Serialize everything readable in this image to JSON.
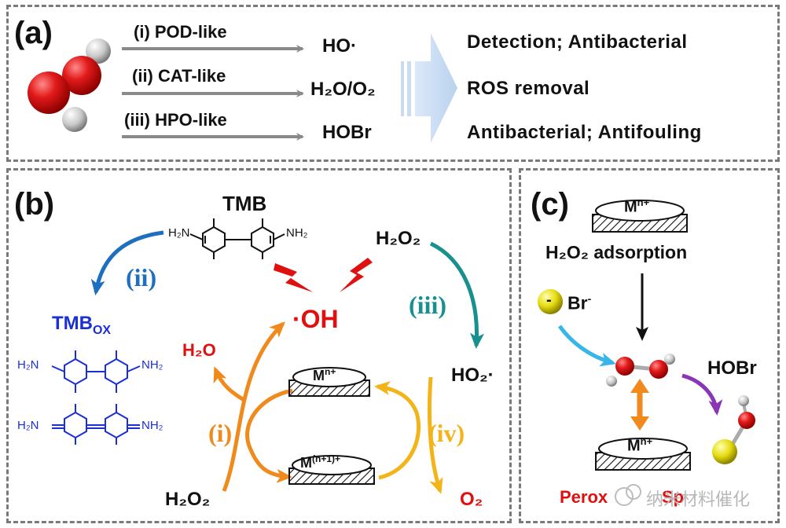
{
  "panel_a": {
    "label": "(a)",
    "pathways": [
      {
        "label": "(i) POD-like",
        "product": "HO·",
        "application": "Detection;  Antibacterial"
      },
      {
        "label": "(ii)  CAT-like",
        "product": "H₂O/O₂",
        "application": "ROS  removal"
      },
      {
        "label": "(iii)  HPO-like",
        "product": "HOBr",
        "application": "Antibacterial;  Antifouling"
      }
    ]
  },
  "panel_b": {
    "label": "(b)",
    "tmb": "TMB",
    "tmb_left_group": "H₂N",
    "tmb_right_group": "NH₂",
    "tmbox": "TMB",
    "tmbox_sub": "OX",
    "tmbox_h2n_top": "H₂N",
    "tmbox_nh2_top": "NH₂",
    "tmbox_h2n_bottom": "H₂N",
    "tmbox_nh2_bottom": "NH₂",
    "oh_radical": "·OH",
    "h2o": "H₂O",
    "h2o2_top": "H₂O₂",
    "h2o2_bottom": "H₂O₂",
    "ho2_radical": "HO₂·",
    "o2": "O₂",
    "metal_top": "M",
    "metal_top_sup": "n+",
    "metal_bottom": "M",
    "metal_bottom_sup": "(n+1)+",
    "step_i": "(i)",
    "step_ii": "(ii)",
    "step_iii": "(iii)",
    "step_iv": "(iv)"
  },
  "panel_c": {
    "label": "(c)",
    "metal_top": "M",
    "metal_top_sup": "n+",
    "adsorption": "H₂O₂  adsorption",
    "bromide": "Br",
    "bromide_sup": "-",
    "bromide_charge": "-",
    "hobr": "HOBr",
    "metal_bottom": "M",
    "metal_bottom_sup": "n+",
    "peroxo_label": "Perox",
    "peroxo_label_tail": "Sp",
    "watermark": "纳米材料催化"
  },
  "colors": {
    "orange": "#f08a1c",
    "amber": "#f3b41a",
    "teal": "#17908e",
    "blue_arrow": "#1f6fc0",
    "red": "#e01010",
    "tmbox_blue": "#1a2fd6",
    "purple": "#8a35b5",
    "cyan_arrow": "#38b6e8",
    "gray_arrow": "#8a8a8a"
  }
}
